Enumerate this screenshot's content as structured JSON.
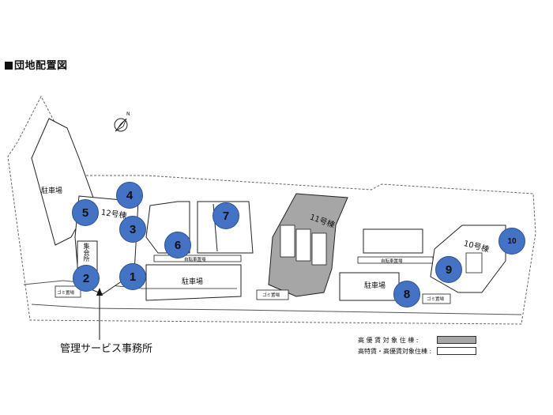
{
  "title": "団地配置図",
  "north": "N",
  "labels": {
    "parking_west": "駐車場",
    "parking_center": "駐車場",
    "parking_east": "駐車場",
    "building_11": "11号棟",
    "building_10": "10号棟",
    "building_12": "12号棟",
    "meeting_hall": "集会所",
    "bike_parking_1": "自転車置場",
    "bike_parking_2": "自転車置場",
    "garbage_1": "ゴミ置場",
    "garbage_2": "ゴミ置場",
    "garbage_3": "ゴミ置場",
    "office": "管理サービス事務所"
  },
  "markers": [
    "1",
    "2",
    "3",
    "4",
    "5",
    "6",
    "7",
    "8",
    "9",
    "10"
  ],
  "legend": {
    "high_quality": "高 優 賃 対 象 住 棟 :",
    "special": "高特賃・高優賃対象住棟 :",
    "high_quality_color": "#a6a6a6",
    "special_color": "#ffffff"
  },
  "colors": {
    "marker": "#4472c4"
  }
}
